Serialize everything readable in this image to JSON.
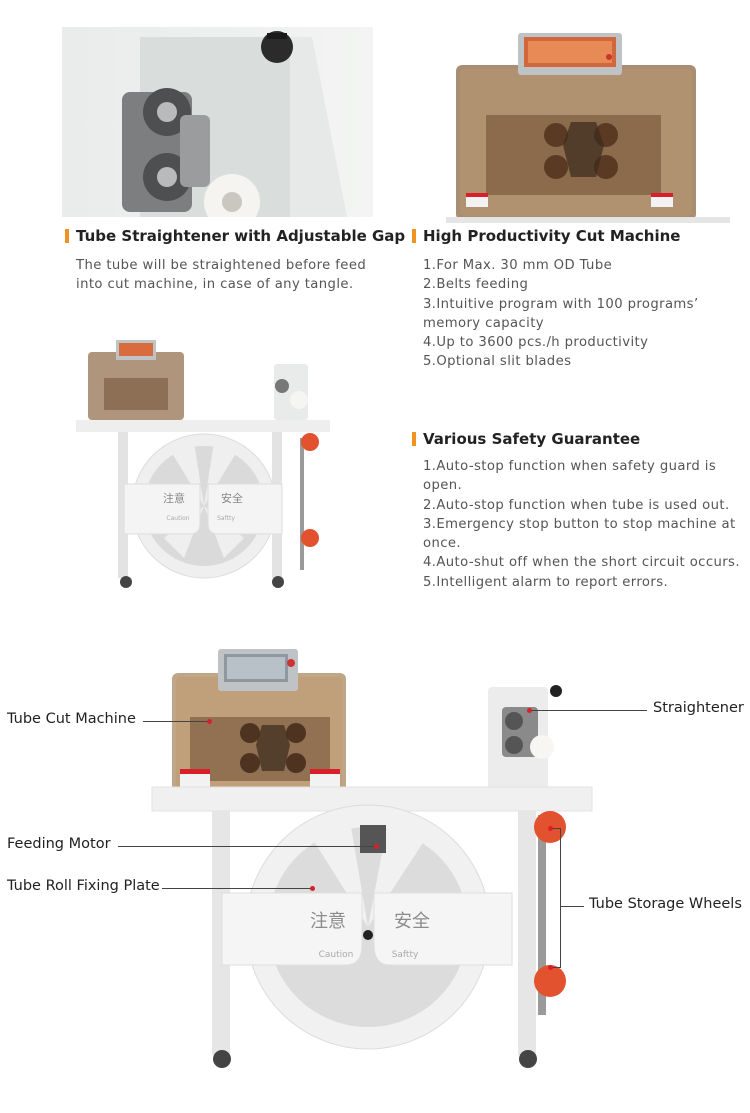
{
  "features": [
    {
      "title": "Tube Straightener with Adjustable Gap",
      "lines": [
        "The tube will be straightened before feed",
        "into cut machine, in case of any tangle."
      ]
    },
    {
      "title": "High Productivity Cut Machine",
      "lines": [
        "1.For Max. 30 mm OD Tube",
        "2.Belts feeding",
        "3.Intuitive program with 100 programs’",
        "memory capacity",
        "4.Up to 3600 pcs./h productivity",
        "5.Optional slit blades"
      ]
    },
    {
      "title": "Various Safety Guarantee",
      "lines": [
        "1.Auto-stop function when safety guard is",
        "open.",
        "2.Auto-stop function when tube is used out.",
        "3.Emergency stop button to stop machine at",
        "once.",
        "4.Auto-shut off when the short circuit occurs.",
        "5.Intelligent alarm to report errors."
      ]
    }
  ],
  "callouts": {
    "tube_cut_machine": "Tube Cut Machine",
    "straightener": "Straightener",
    "feeding_motor": "Feeding Motor",
    "tube_roll_fixing_plate": "Tube Roll Fixing Plate",
    "tube_storage_wheels": "Tube Storage Wheels"
  },
  "guard_text": {
    "caution_cn": "注意",
    "safety_cn": "安全",
    "caution_en": "Caution",
    "safety_en": "Saftty"
  },
  "colors": {
    "accent": "#f0941f",
    "leader_dot": "#d9202a"
  }
}
